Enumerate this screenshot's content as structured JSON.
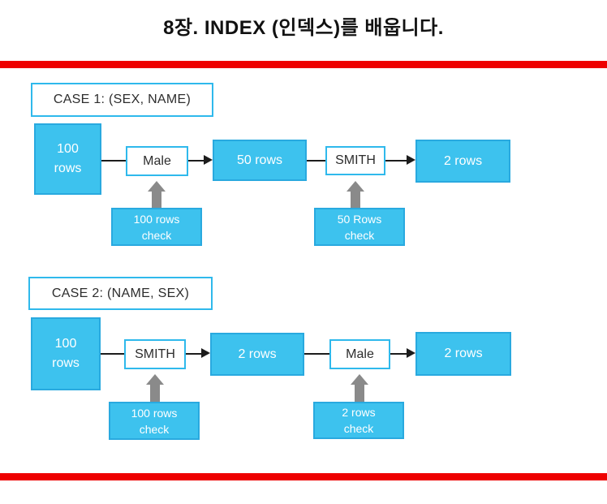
{
  "title": "8장. INDEX (인덱스)를 배웁니다.",
  "colors": {
    "divider_red": "#ee0000",
    "node_cyan_fill": "#3dc2ee",
    "node_cyan_border": "#29a9df",
    "white_node_border": "#2fb9ec",
    "up_arrow_gray": "#8a8a8a",
    "connector_black": "#1c1c1c"
  },
  "case1": {
    "label": "CASE 1: (SEX, NAME)",
    "start_line1": "100",
    "start_line2": "rows",
    "step1": "Male",
    "step1_result": "50 rows",
    "step2": "SMITH",
    "step2_result": "2 rows",
    "check1_line1": "100 rows",
    "check1_line2": "check",
    "check2_line1": "50 Rows",
    "check2_line2": "check"
  },
  "case2": {
    "label": "CASE 2: (NAME, SEX)",
    "start_line1": "100",
    "start_line2": "rows",
    "step1": "SMITH",
    "step1_result": "2 rows",
    "step2": "Male",
    "step2_result": "2 rows",
    "check1_line1": "100 rows",
    "check1_line2": "check",
    "check2_line1": "2 rows",
    "check2_line2": "check"
  }
}
